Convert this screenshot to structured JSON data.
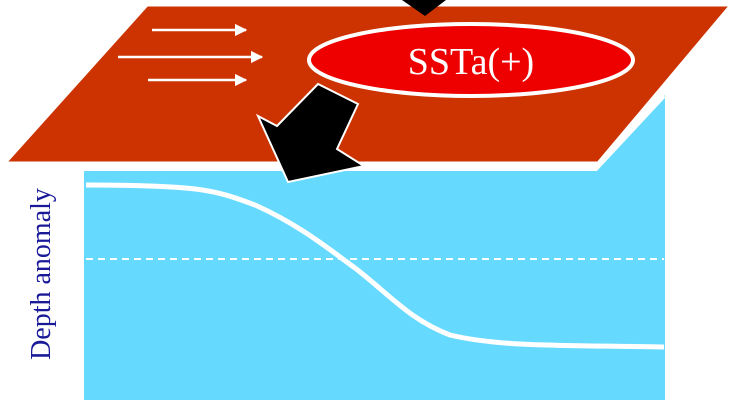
{
  "diagram": {
    "ssta_label": "SSTa(+)",
    "y_axis_label": "Depth anomaly",
    "colors": {
      "ocean": "#66d9ff",
      "surface_plane": "#cc3300",
      "ssta_fill": "#ee0000",
      "label_text_dark": "#1a1a99",
      "thermocline": "#ffffff",
      "arrow": "#000000"
    },
    "icons": {
      "wind_arrows": "right-arrow",
      "heat_flux_arrow": "down-left-arrow"
    }
  }
}
